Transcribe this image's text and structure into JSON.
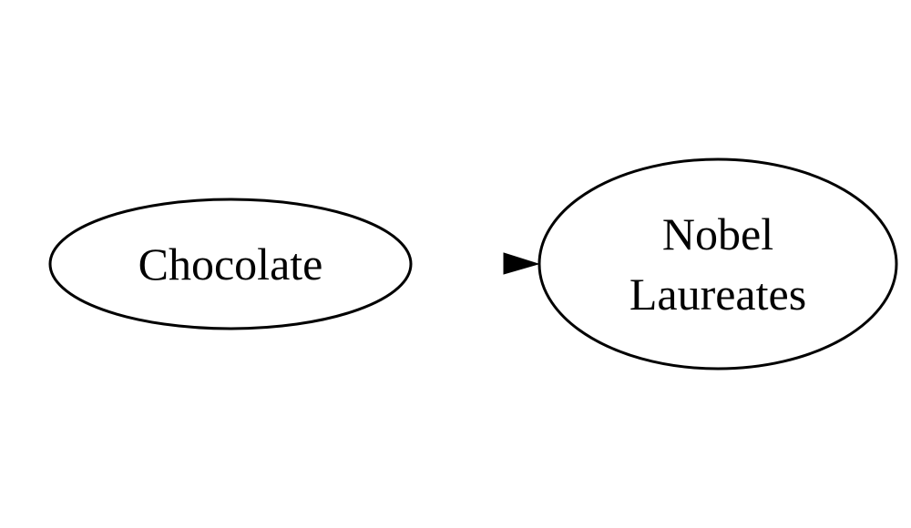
{
  "diagram": {
    "nodes": [
      {
        "id": "chocolate",
        "label_lines": [
          "Chocolate"
        ]
      },
      {
        "id": "nobel",
        "label_lines": [
          "Nobel",
          "Laureates"
        ]
      }
    ],
    "edges": [
      {
        "from": "chocolate",
        "to": "nobel",
        "label": ""
      }
    ]
  }
}
